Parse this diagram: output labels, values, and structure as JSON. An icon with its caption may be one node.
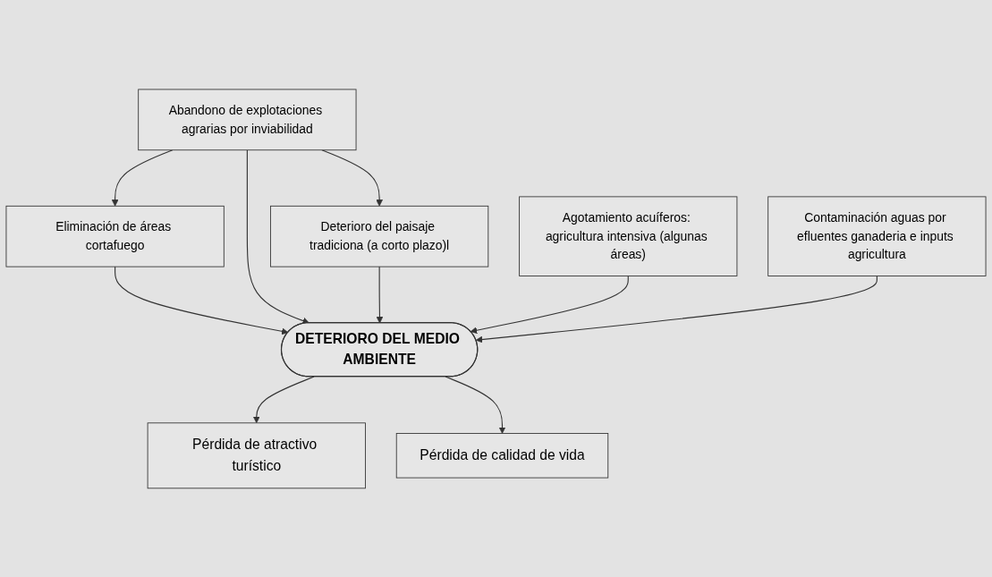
{
  "diagram": {
    "nodes": [
      {
        "text": [
          "Eliminación de áreas cortafuego"
        ]
      },
      {
        "text": [
          "Abandono de explotaciones agrarias por inviabilidad"
        ]
      },
      {
        "text": [
          "Deterioro del paisaje tradiciona (a corto plazo)l"
        ]
      },
      {
        "text": [
          "Agotamiento acuíferos: agricultura intensiva (algunas áreas)"
        ]
      },
      {
        "text": [
          "DETERIORO DEL MEDIO AMBIENTE"
        ]
      },
      {
        "text": [
          "Contaminación aguas por efluentes ganaderia e inputs agricultura"
        ]
      },
      {
        "text": [
          "Pérdida de atractivo turístico"
        ]
      },
      {
        "text": [
          "Pérdida de calidad de vida"
        ]
      }
    ],
    "edges": [
      {
        "from": 1,
        "to": 0,
        "arrow": "to"
      },
      {
        "from": 1,
        "to": 2,
        "arrow": "to"
      },
      {
        "from": 0,
        "to": 4,
        "arrow": "to"
      },
      {
        "from": 1,
        "to": 4,
        "arrow": "to"
      },
      {
        "from": 2,
        "to": 4,
        "arrow": "to"
      },
      {
        "from": 3,
        "to": 4,
        "arrow": "to"
      },
      {
        "from": 5,
        "to": 4,
        "arrow": "to"
      },
      {
        "from": 4,
        "to": 6,
        "arrow": "to"
      },
      {
        "from": 4,
        "to": 7,
        "arrow": "to"
      }
    ]
  }
}
